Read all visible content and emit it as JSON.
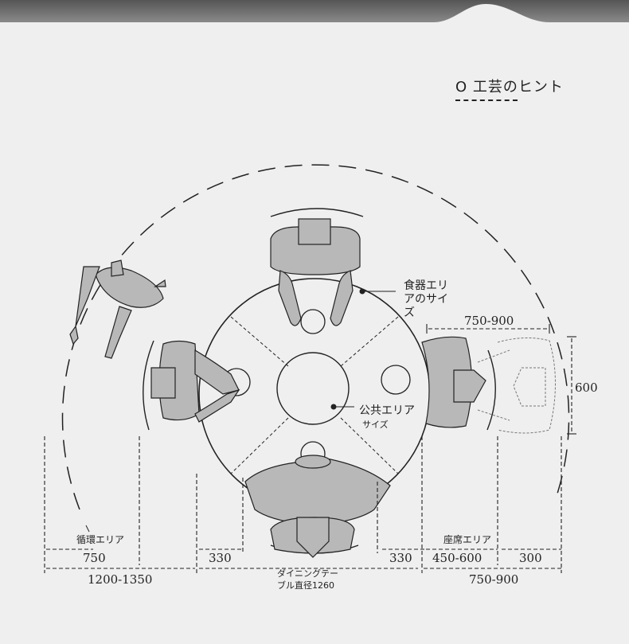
{
  "title": "O 工芸のヒント",
  "labels": {
    "tableware_area": [
      "食器エリ",
      "アのサイ",
      "ズ"
    ],
    "public_area": "公共エリア",
    "public_area_sub": "サイズ",
    "circulation_area": "循環エリア",
    "seat_area": "座席エリア",
    "table_diameter": [
      "ダイニングテー",
      "ブル直径1260"
    ]
  },
  "dimensions": {
    "d750": "750",
    "d330_left": "330",
    "d330_right": "330",
    "d450_600": "450-600",
    "d300": "300",
    "d1200_1350": "1200-1350",
    "d750_900_bottom": "750-900",
    "d750_900_top": "750-900",
    "d600": "600"
  },
  "colors": {
    "figure_fill": "#b8b8b8",
    "line": "#222222",
    "background": "#efefef"
  }
}
